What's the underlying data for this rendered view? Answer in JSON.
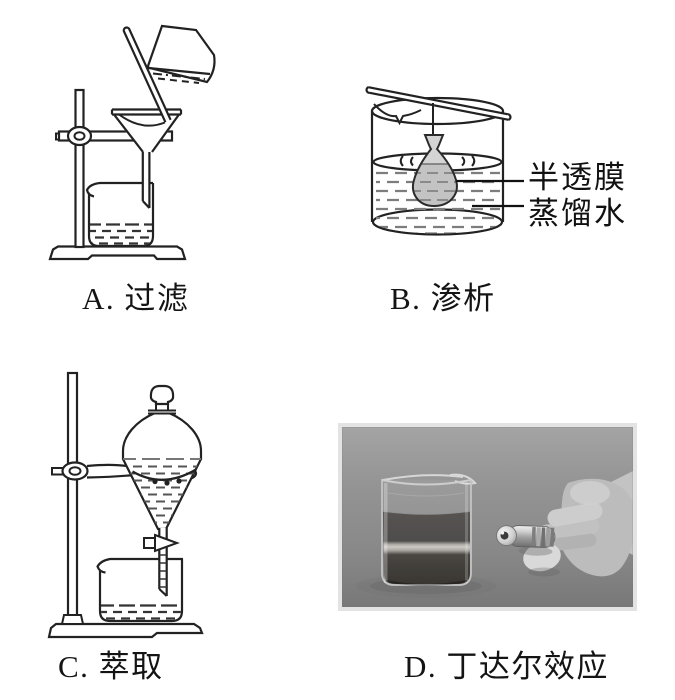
{
  "figure": {
    "panels": [
      {
        "caption": "A. 过滤"
      },
      {
        "caption": "B. 渗析",
        "labels": {
          "membrane": "半透膜",
          "distilled_water": "蒸馏水"
        }
      },
      {
        "caption": "C. 萃取"
      },
      {
        "caption": "D. 丁达尔效应"
      }
    ],
    "colors": {
      "line": "#222222",
      "dialysis_bag_fill": "#d4d4d4",
      "water_dash": "#7d7d7d",
      "photo_background": "#8f8f8f",
      "page_background": "#ffffff"
    }
  }
}
